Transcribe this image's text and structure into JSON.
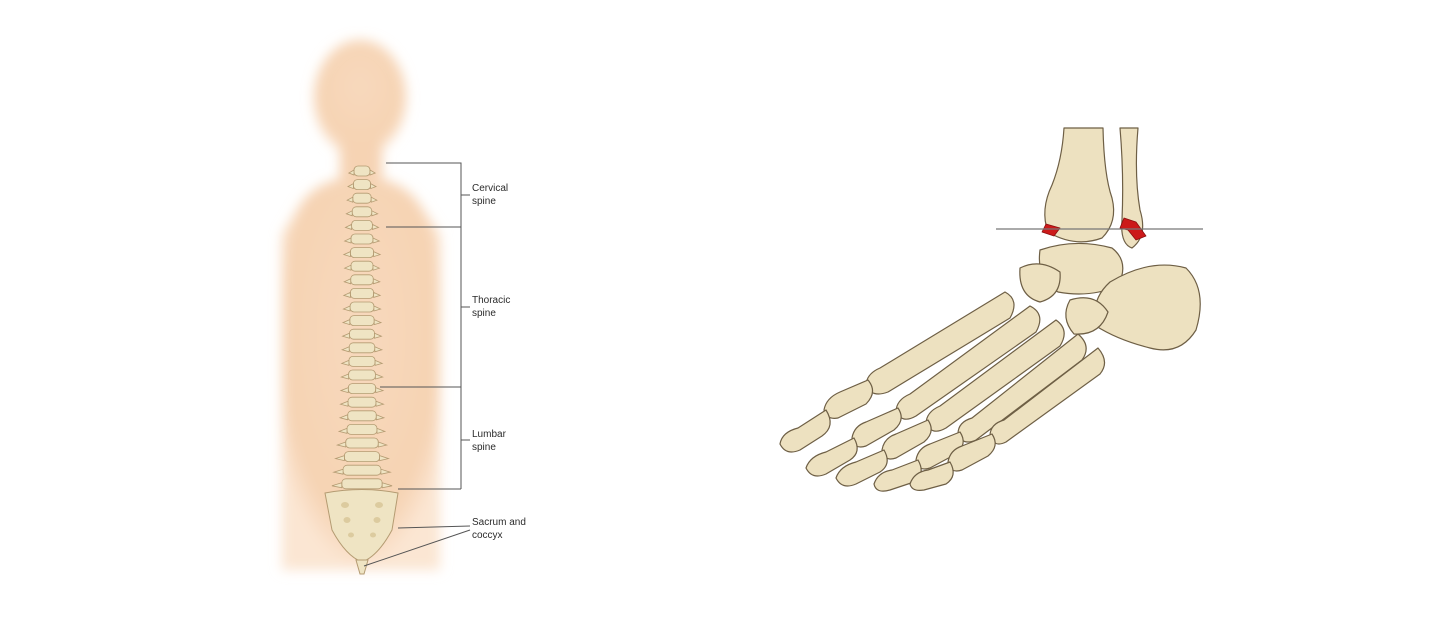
{
  "spine_figure": {
    "labels": [
      {
        "id": "cervical",
        "text": "Cervical\nspine"
      },
      {
        "id": "thoracic",
        "text": "Thoracic\nspine"
      },
      {
        "id": "lumbar",
        "text": "Lumbar\nspine"
      },
      {
        "id": "sacrum",
        "text": "Sacrum and\ncoccyx"
      }
    ],
    "colors": {
      "skin": "#f6d3b3",
      "bone": "#efe4c3",
      "bone_outline": "#b49b72",
      "bracket": "#555555"
    }
  },
  "foot_figure": {
    "colors": {
      "bone": "#ede1c0",
      "outline": "#6e5f45",
      "marker": "#cc1a1a",
      "guide_line": "#777777"
    }
  }
}
